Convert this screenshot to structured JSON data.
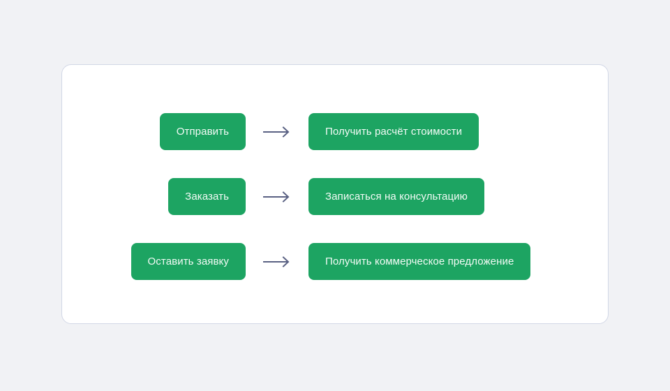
{
  "page": {
    "background_color": "#f1f2f5",
    "card": {
      "background_color": "#ffffff",
      "border_color": "#d2d7e6"
    }
  },
  "theme": {
    "button_color": "#1da462",
    "button_text_color": "#f3fbf6",
    "arrow_color": "#5a6183"
  },
  "flow": {
    "arrow_icon_name": "long-right-arrow-icon",
    "rows": [
      {
        "source_label": "Отправить",
        "arrow": "→",
        "target_label": "Получить расчёт стоимости"
      },
      {
        "source_label": "Заказать",
        "arrow": "→",
        "target_label": "Записаться на консультацию"
      },
      {
        "source_label": "Оставить заявку",
        "arrow": "→",
        "target_label": "Получить коммерческое предложение"
      }
    ]
  }
}
